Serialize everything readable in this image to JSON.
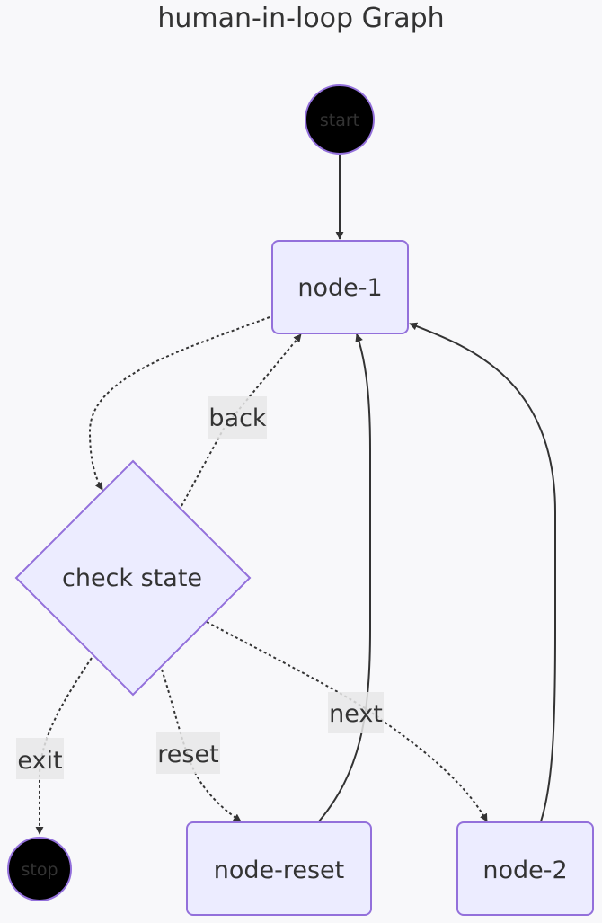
{
  "diagram": {
    "title": "human-in-loop Graph",
    "colors": {
      "background": "#f8f8fa",
      "node_fill": "#ececff",
      "node_stroke": "#9370db",
      "terminal_fill": "#000000",
      "edge": "#333333",
      "text": "#333333"
    },
    "nodes": {
      "start": {
        "label": "start",
        "shape": "circle"
      },
      "node_1": {
        "label": "node-1",
        "shape": "rounded-rect"
      },
      "check_state": {
        "label": "check state",
        "shape": "diamond"
      },
      "stop": {
        "label": "stop",
        "shape": "circle"
      },
      "node_reset": {
        "label": "node-reset",
        "shape": "rounded-rect"
      },
      "node_2": {
        "label": "node-2",
        "shape": "rounded-rect"
      }
    },
    "edges": [
      {
        "from": "start",
        "to": "node-1",
        "style": "solid",
        "label": ""
      },
      {
        "from": "node-1",
        "to": "check state",
        "style": "dotted",
        "label": ""
      },
      {
        "from": "check state",
        "to": "node-1",
        "style": "dotted",
        "label": "back"
      },
      {
        "from": "check state",
        "to": "stop",
        "style": "dotted",
        "label": "exit"
      },
      {
        "from": "check state",
        "to": "node-reset",
        "style": "dotted",
        "label": "reset"
      },
      {
        "from": "check state",
        "to": "node-2",
        "style": "dotted",
        "label": "next"
      },
      {
        "from": "node-reset",
        "to": "node-1",
        "style": "solid",
        "label": ""
      },
      {
        "from": "node-2",
        "to": "node-1",
        "style": "solid",
        "label": ""
      }
    ]
  }
}
